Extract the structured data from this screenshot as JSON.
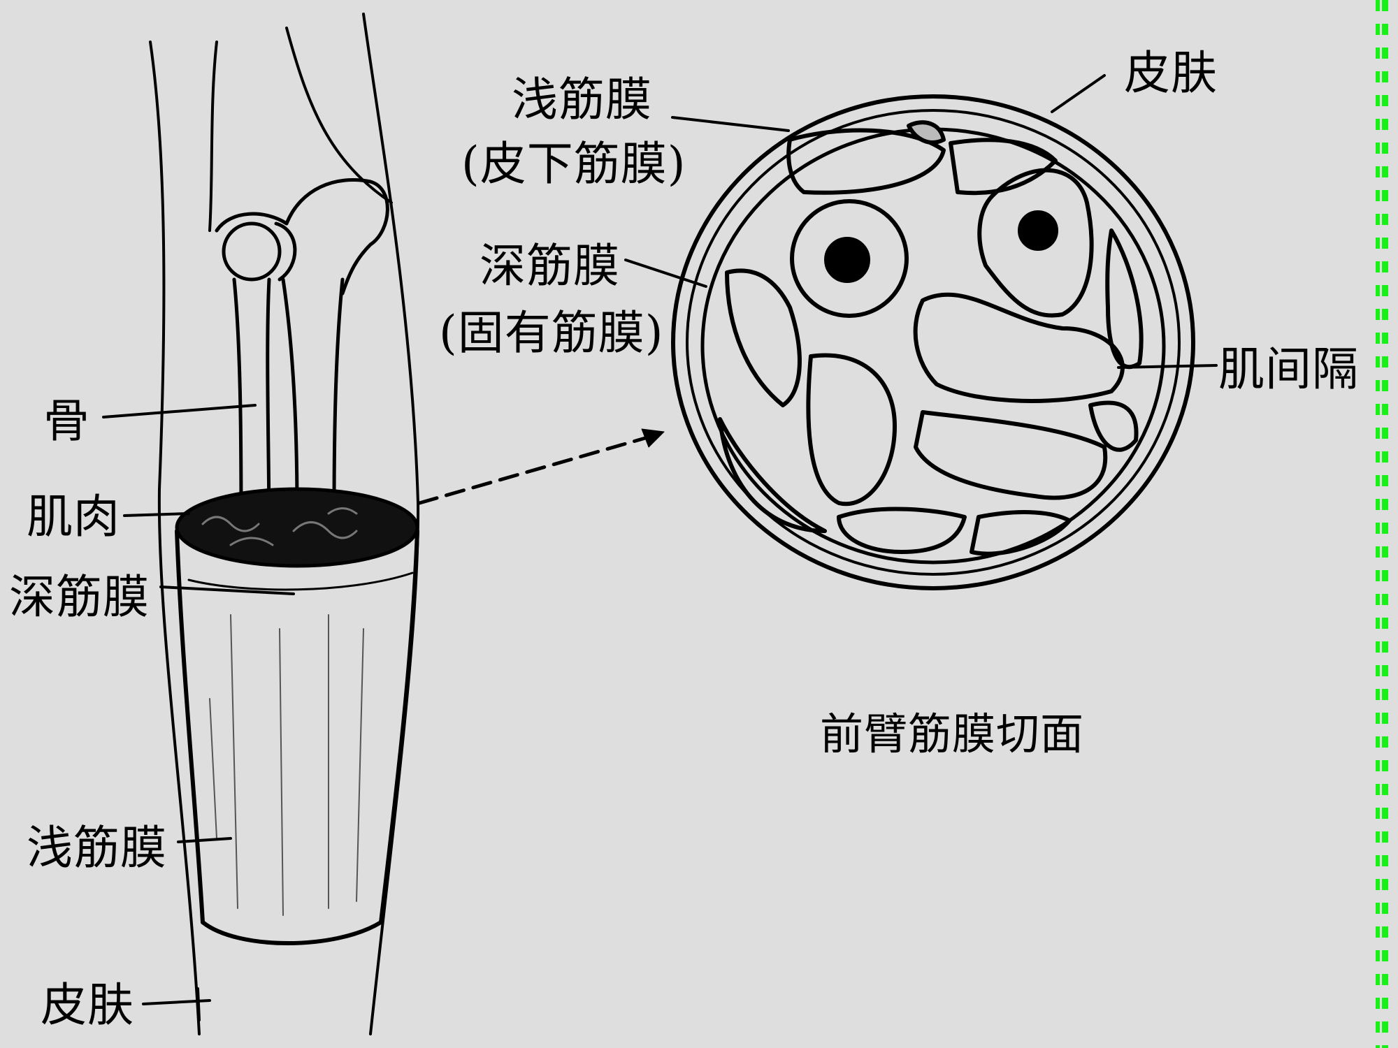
{
  "colors": {
    "background": "#dedede",
    "ink": "#000000",
    "border": "#18f018"
  },
  "labels": {
    "superficial_fascia_right": "浅筋膜",
    "superficial_fascia_alt": "(皮下筋膜)",
    "skin_right": "皮肤",
    "deep_fascia_right": "深筋膜",
    "deep_fascia_alt": "(固有筋膜)",
    "intermuscular_septum": "肌间隔",
    "bone": "骨",
    "muscle": "肌肉",
    "deep_fascia_left": "深筋膜",
    "superficial_fascia_left": "浅筋膜",
    "skin_left": "皮肤"
  },
  "caption": "前臂筋膜切面"
}
